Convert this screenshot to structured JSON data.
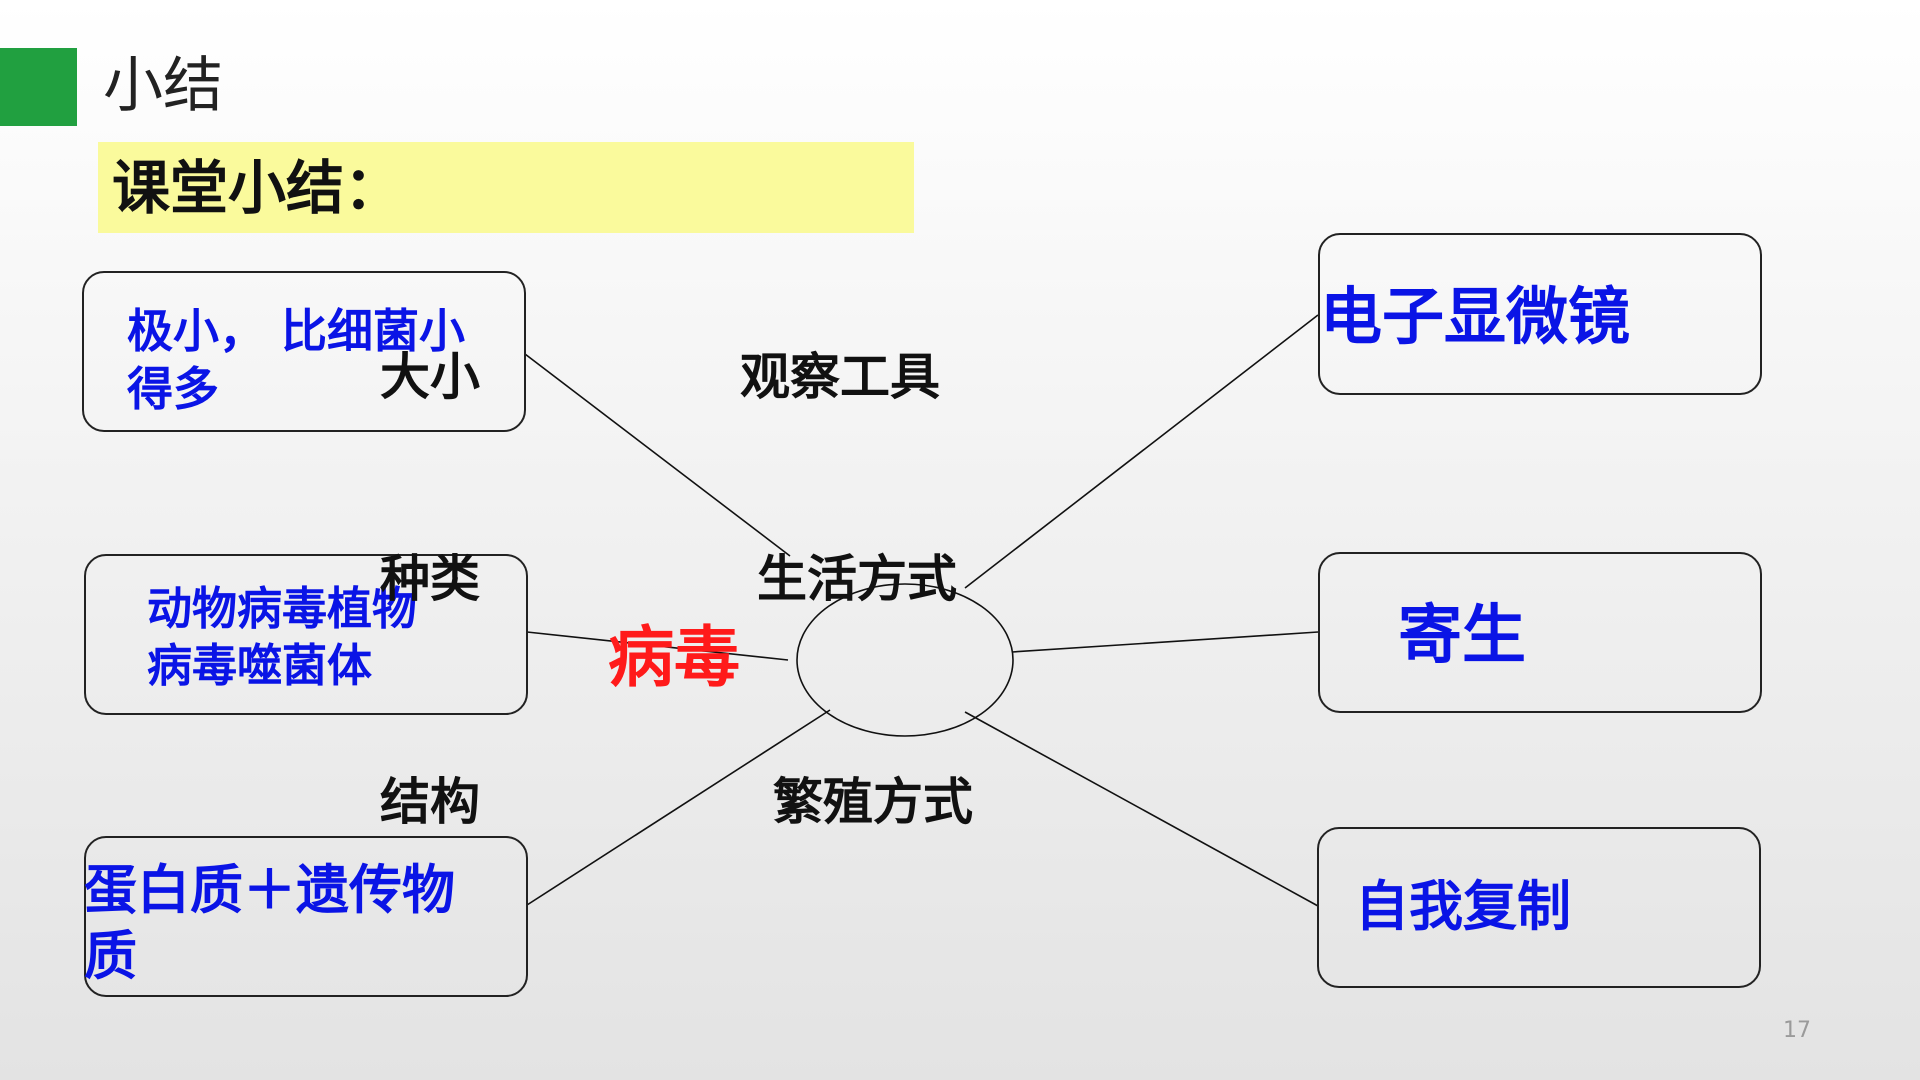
{
  "header": {
    "title": "小结",
    "accent_color": "#21a040"
  },
  "banner": {
    "text": "课堂小结：",
    "color": "#fafa9c"
  },
  "diagram": {
    "center": "病毒",
    "center_color": "#ff1a1a",
    "answer_color": "#0a14e6",
    "categories": {
      "size": "大小",
      "types": "种类",
      "structure": "结构",
      "tool": "观察工具",
      "lifestyle": "生活方式",
      "reproduction": "繁殖方式"
    },
    "answers": {
      "size": [
        "极小， 比细菌小",
        "得多"
      ],
      "types": [
        "动物病毒植物",
        "病毒噬菌体"
      ],
      "structure": [
        "蛋白质＋遗传物",
        "质"
      ],
      "tool": "电子显微镜",
      "lifestyle": "寄生",
      "reproduction": "自我复制"
    }
  },
  "footer": {
    "page_number": "17"
  }
}
